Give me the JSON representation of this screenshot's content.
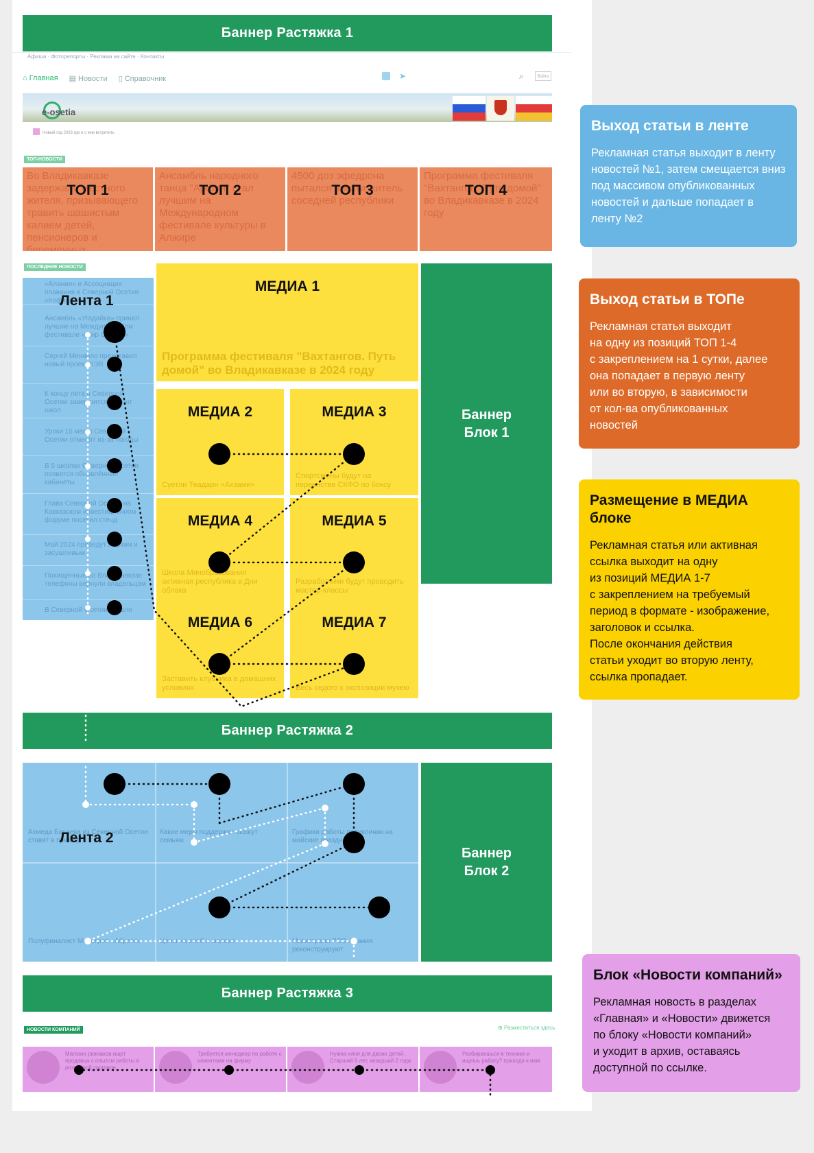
{
  "banners": {
    "top_stretch": "Баннер Растяжка 1",
    "middle_stretch": "Баннер Растяжка 2",
    "bottom_stretch": "Баннер Растяжка 3",
    "block1": "Баннер\nБлок 1",
    "block2": "Баннер\nБлок 2"
  },
  "site": {
    "topline": "Афиша · Фоторепорты · Реклама на сайте · Контакты",
    "nav": [
      "Главная",
      "Новости",
      "Справочник"
    ],
    "logo": "e-osetia",
    "notice": "Новый год 2026 где и с кем встретить",
    "tag_top": "ТОП-НОВОСТИ",
    "tag_latest": "ПОСЛЕДНИЕ НОВОСТИ",
    "tag_companies": "НОВОСТИ КОМПАНИЙ",
    "place_link": "Разместиться здесь"
  },
  "tops": [
    {
      "label": "ТОП 1",
      "text": "Во Владикавказе задержали местного жителя, призывающего травить шашистым калием детей, пенсионеров и беременных"
    },
    {
      "label": "ТОП 2",
      "text": "Ансамбль народного танца \"Арфан\" стал лучшим на Международном фестивале культуры в Алжире"
    },
    {
      "label": "ТОП 3",
      "text": "4500 доз эфедрона пытался ввезти житель соседней республики"
    },
    {
      "label": "ТОП 4",
      "text": "Программа фестиваля \"Вахтангов. Путь домой\" во Владикавказе в 2024 году"
    }
  ],
  "media": [
    {
      "label": "МЕДИА 1",
      "caption": "Программа фестиваля \"Вахтангов. Путь домой\" во Владикавказе в 2024 году"
    },
    {
      "label": "МЕДИА 2",
      "caption": "Суетли Теадарн «Ахзами»"
    },
    {
      "label": "МЕДИА 3",
      "caption": "Спортсмены будут на первенстве СКФО по боксу"
    },
    {
      "label": "МЕДИА 4",
      "caption": "Школа Минобразования активная республика в Дни облака"
    },
    {
      "label": "МЕДИА 5",
      "caption": "Разработчики будут проводить мастер-классы"
    },
    {
      "label": "МЕДИА 6",
      "caption": "Заставить клубника в домашних условиях"
    },
    {
      "label": "МЕДИА 7",
      "caption": "Весь седого к экспозиции музею"
    }
  ],
  "feeds": {
    "lenta1": "Лента 1",
    "lenta2": "Лента 2",
    "lenta1_rows": [
      "«Алания» и Ассоциация плавания в Северной Осетии «Кофи»",
      "Ансамбль «Угадайка» принял лучшие на Международном фестивале «Мир Сибири»",
      "Сергей Меняйло представил новый проект КЭВ",
      "К концу лета в Северной Осетии завершится ремонт школ",
      "Уроки 15 мая в Северной Осетии отменят из-за погоды",
      "В 5 школах Северной Осетии появятся обновлённые кабинеты",
      "Глава Северной Осетии на Кавказском инвестиционном форуме посетил стенд",
      "Май 2024 проведут жарким и засушливым",
      "Похищенные во Владикавказе телефоны вернули владельцам",
      "В Северной Осетии начали"
    ],
    "lenta2_rows": [
      "Ахмеда Бакаева из Северной Осетии ставят в пример",
      "Какие меры поддержки окажут семьям",
      "Графики работы поликлиник на майские праздники",
      "Полуфиналист Минстроя «Абреги»",
      "Цены на хлеб и молоко",
      "Магистрали РСО-Алания реконструируют"
    ]
  },
  "companies": [
    "Магазин рюкзаков ищет продавца с опытом работы в розничной торговле",
    "Требуется менеджер по работе с клиентами на фирму",
    "Нужна няня для двоих детей. Старший 6 лет, младший 2 года",
    "Разбираешься в технике и ищешь работу? приходи к нам"
  ],
  "cards": [
    {
      "title": "Выход статьи в ленте",
      "text": "Рекламная статья выходит в ленту новостей №1, затем смещается вниз под массивом опубликованных новостей и дальше попадает в ленту №2",
      "color": "#69b6e4"
    },
    {
      "title": "Выход статьи в ТОПе",
      "text": "Рекламная статья выходит\nна одну из позиций ТОП 1-4\nс закреплением на 1 сутки, далее\nона попадает в первую ленту\nили во вторую, в зависимости\nот кол-ва опубликованных\nновостей",
      "color": "#dd6a28"
    },
    {
      "title": "Размещение в МЕДИА блоке",
      "text": "Рекламная статья или активная\nссылка выходит на одну\nиз позиций МЕДИА 1-7\nс закреплением на требуемый\nпериод в формате - изображение,\nзаголовок и ссылка.\nПосле окончания действия\nстатьи уходит во вторую ленту,\nссылка пропадает.",
      "color": "#fbd200"
    },
    {
      "title": "Блок «Новости компаний»",
      "text": "Рекламная новость в разделах\n«Главная» и «Новости» движется\nпо блоку «Новости компаний»\nи уходит в архив, оставаясь\nдоступной по ссылке.",
      "color": "#e39fe8"
    }
  ],
  "icons": [
    "home-icon",
    "news-icon",
    "phone-icon",
    "vk-icon",
    "telegram-icon",
    "search-icon",
    "login-icon",
    "plus-icon"
  ]
}
